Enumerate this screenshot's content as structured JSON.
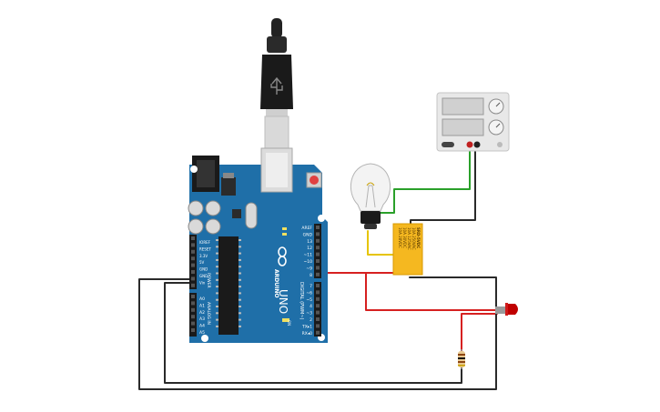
{
  "arduino": {
    "brand": "ARDUINO",
    "model": "UNO",
    "digital_label": "DIGITAL (PWM~)",
    "power_label": "POWER",
    "analog_label": "ANALOG IN",
    "on_label": "ON",
    "header_top_pins": [
      "AREF",
      "GND",
      "13",
      "12",
      "~11",
      "~10",
      "~9",
      "8"
    ],
    "header_bottom_pins": [
      "7",
      "~6",
      "~5",
      "4",
      "~3",
      "2",
      "TX▸1",
      "RX◂0"
    ],
    "power_pins": [
      "IOREF",
      "RESET",
      "3.3V",
      "5V",
      "GND",
      "GND",
      "Vin"
    ],
    "analog_pins": [
      "A0",
      "A1",
      "A2",
      "A3",
      "A4",
      "A5"
    ]
  },
  "relay": {
    "lines": [
      "SRD-5VDC",
      "10A 250VAC",
      "10A 125VAC",
      "10A 30VDC",
      "10A 28VDC"
    ]
  },
  "colors": {
    "board": "#1f6fa8",
    "board_dark": "#155a8a",
    "wire_red": "#d62020",
    "wire_black": "#2a2a2a",
    "wire_green": "#2aa02a",
    "wire_yellow": "#e6c400",
    "relay": "#f5b820",
    "led": "#c00000"
  }
}
